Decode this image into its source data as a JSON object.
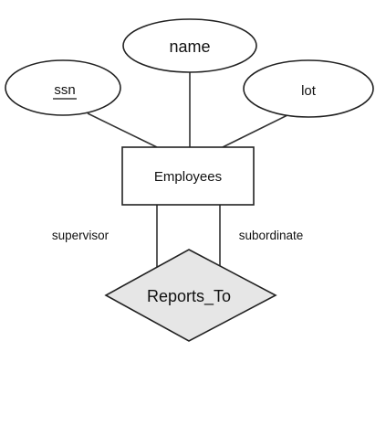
{
  "entities": [
    {
      "id": "employees",
      "label": "Employees"
    }
  ],
  "attributes": [
    {
      "id": "ssn",
      "label": "ssn",
      "is_key": true
    },
    {
      "id": "name",
      "label": "name",
      "is_key": false
    },
    {
      "id": "lot",
      "label": "lot",
      "is_key": false
    }
  ],
  "relationships": [
    {
      "id": "reports_to",
      "label": "Reports_To"
    }
  ],
  "roles": [
    {
      "id": "supervisor",
      "label": "supervisor"
    },
    {
      "id": "subordinate",
      "label": "subordinate"
    }
  ],
  "colors": {
    "relationship_fill": "#e6e6e6",
    "stroke": "#222222"
  }
}
